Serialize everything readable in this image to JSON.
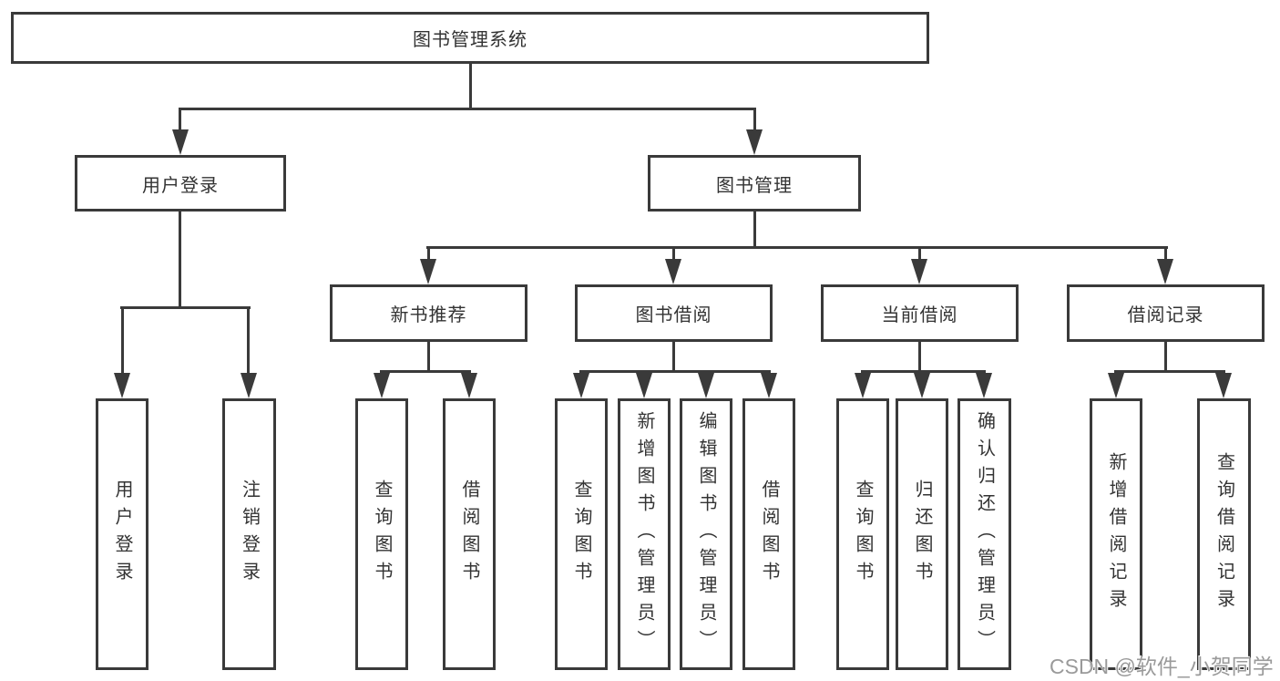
{
  "tree": {
    "root": "图书管理系统",
    "branches": [
      {
        "label": "用户登录",
        "children": [
          {
            "label": "用户登录"
          },
          {
            "label": "注销登录"
          }
        ]
      },
      {
        "label": "图书管理",
        "children": [
          {
            "label": "新书推荐",
            "children": [
              {
                "label": "查询图书"
              },
              {
                "label": "借阅图书"
              }
            ]
          },
          {
            "label": "图书借阅",
            "children": [
              {
                "label": "查询图书"
              },
              {
                "label": "新增图书（管理员）"
              },
              {
                "label": "编辑图书（管理员）"
              },
              {
                "label": "借阅图书"
              }
            ]
          },
          {
            "label": "当前借阅",
            "children": [
              {
                "label": "查询图书"
              },
              {
                "label": "归还图书"
              },
              {
                "label": "确认归还（管理员）"
              }
            ]
          },
          {
            "label": "借阅记录",
            "children": [
              {
                "label": "新增借阅记录"
              },
              {
                "label": "查询借阅记录"
              }
            ]
          }
        ]
      }
    ]
  },
  "watermark": "CSDN @软件_小贺同学",
  "colors": {
    "line": "#3a3a3a",
    "text": "#333333",
    "background": "#ffffff",
    "watermark": "#9a9a9a"
  }
}
